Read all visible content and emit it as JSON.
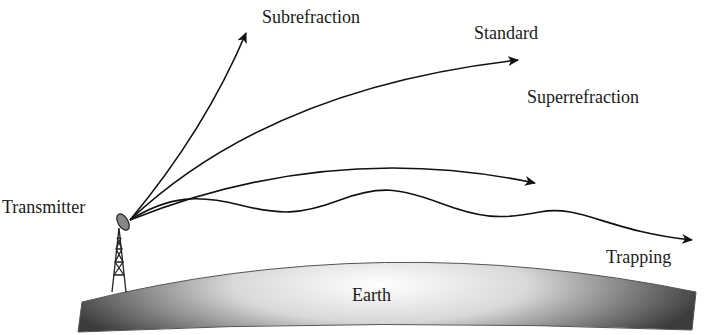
{
  "diagram": {
    "labels": [
      "Subrefraction",
      "Standard",
      "Superrefraction",
      "Transmitter",
      "Earth",
      "Trapping"
    ]
  }
}
